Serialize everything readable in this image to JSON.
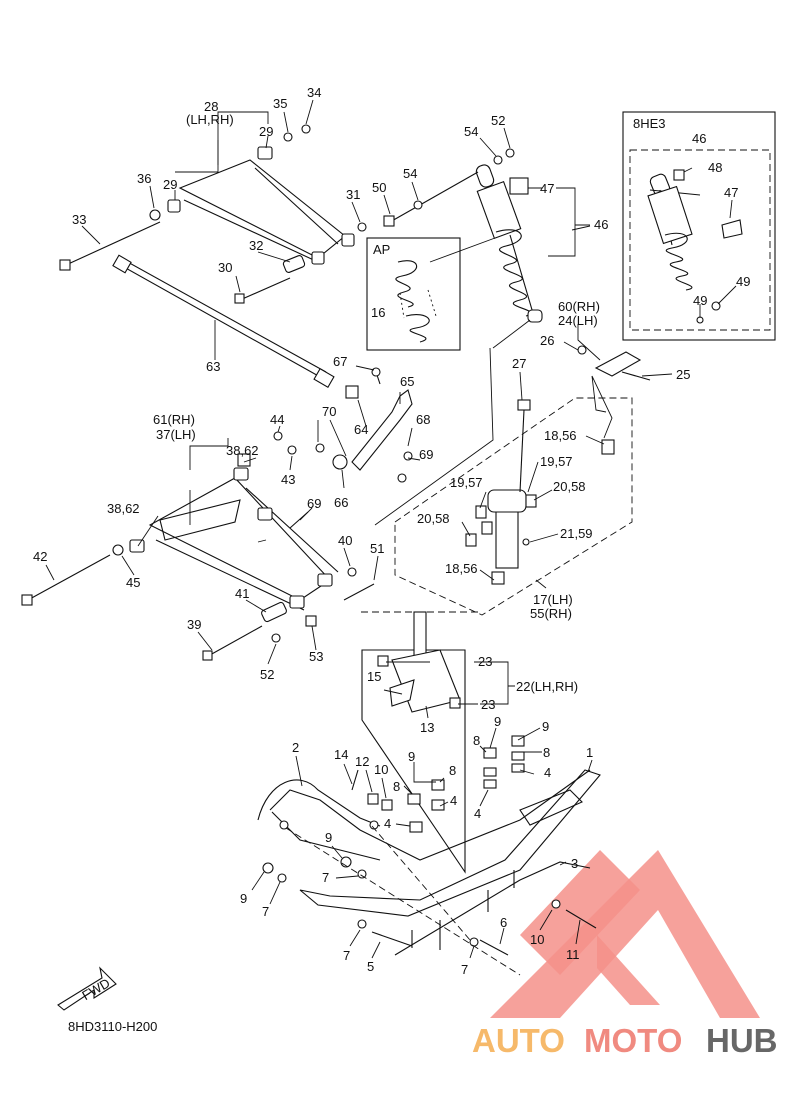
{
  "diagram_code": "8HD3110-H200",
  "inset_label": "8HE3",
  "detail_label": "AP",
  "fwd_label": "FWD",
  "brand": {
    "part1": "AUTO",
    "part2": "MOTO",
    "part3": "HUB",
    "color1": "#f6b96a",
    "color2": "#f08a80",
    "color3": "#676767",
    "logo_color": "#f5908a"
  },
  "callouts": {
    "c1": "1",
    "c2": "2",
    "c3": "3",
    "c4a": "4",
    "c4b": "4",
    "c4c": "4",
    "c4d": "4",
    "c5": "5",
    "c6": "6",
    "c7a": "7",
    "c7b": "7",
    "c7c": "7",
    "c7d": "7",
    "c8a": "8",
    "c8b": "8",
    "c8c": "8",
    "c8d": "8",
    "c9a": "9",
    "c9b": "9",
    "c9c": "9",
    "c9d": "9",
    "c9e": "9",
    "c10a": "10",
    "c10b": "10",
    "c11": "11",
    "c12": "12",
    "c13": "13",
    "c14": "14",
    "c15": "15",
    "c16": "16",
    "c17": "17(LH)",
    "c55": "55(RH)",
    "c1856a": "18,56",
    "c1856b": "18,56",
    "c1957a": "19,57",
    "c1957b": "19,57",
    "c2058a": "20,58",
    "c2058b": "20,58",
    "c2159": "21,59",
    "c22": "22(LH,RH)",
    "c23a": "23",
    "c23b": "23",
    "c25": "25",
    "c26": "26",
    "c27": "27",
    "c28": "28",
    "c28sub": "(LH,RH)",
    "c29a": "29",
    "c29b": "29",
    "c30": "30",
    "c31": "31",
    "c32": "32",
    "c33": "33",
    "c34": "34",
    "c35": "35",
    "c36": "36",
    "c6137a": "61(RH)",
    "c6137b": "37(LH)",
    "c3862a": "38,62",
    "c3862b": "38,62",
    "c39": "39",
    "c40": "40",
    "c41": "41",
    "c42": "42",
    "c43": "43",
    "c44": "44",
    "c45": "45",
    "c46a": "46",
    "c46b": "46",
    "c47a": "47",
    "c47b": "47",
    "c48": "48",
    "c49a": "49",
    "c49b": "49",
    "c50": "50",
    "c51": "51",
    "c52a": "52",
    "c52b": "52",
    "c53": "53",
    "c54a": "54",
    "c54b": "54",
    "c6024a": "60(RH)",
    "c6024b": "24(LH)",
    "c63": "63",
    "c64": "64",
    "c65": "65",
    "c66": "66",
    "c67": "67",
    "c68": "68",
    "c69a": "69",
    "c69b": "69",
    "c70": "70"
  }
}
